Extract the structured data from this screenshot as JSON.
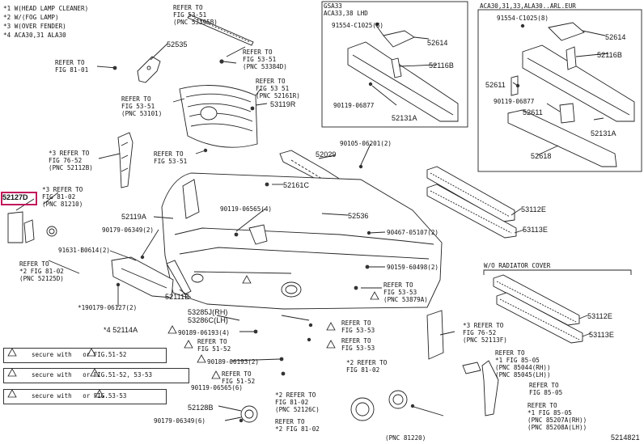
{
  "legend": [
    "*1 W(HEAD LAMP CLEANER)",
    "*2 W/(FOG LAMP)",
    "*3 W(OVER FENDER)",
    "*4 ACA30,31 ALA30"
  ],
  "boxes": {
    "left_title_1": "GSA33",
    "left_title_2": "ACA33,38 LHD",
    "right_title": "ACA30,31,33,ALA30..ARL.EUR",
    "radiator_title": "W/O RADIATOR COVER"
  },
  "parts": {
    "p52535": "52535",
    "p52614a": "52614",
    "p52116ba": "52116B",
    "p52131aa": "52131A",
    "p52614b": "52614",
    "p52116bb": "52116B",
    "p52611a": "52611",
    "p52611b": "52611",
    "p52131ab": "52131A",
    "p52618": "52618",
    "p53119r": "53119R",
    "p52029": "52029",
    "p52161c": "52161C",
    "p52536": "52536",
    "p53112ea": "53112E",
    "p53113ea": "53113E",
    "p52127d": "52127D",
    "p52119a": "52119A",
    "p52111e": "52111E",
    "p53285j": "53285J(RH)",
    "p53286c": "53286C(LH)",
    "p52114a": "*4 52114A",
    "p53112eb": "53112E",
    "p53113eb": "53113E",
    "p52128b": "52128B",
    "code": "5214821"
  },
  "callouts": {
    "c1": "90119-06877",
    "c2": "91554-C1025(8)",
    "c3": "91554-C1025(8)",
    "c4": "90119-06877",
    "c5": "90105-06201(2)",
    "c6": "90119-06565(4)",
    "c7": "90179-06349(2)",
    "c8": "90467-05107(2)",
    "c9": "91631-B0614(2)",
    "c10": "90159-60498(2)",
    "c11": "*190179-06127(2)",
    "c12": "90189-06193(4)",
    "c13": "90189-06193(2)",
    "c14": "90119-06565(6)",
    "c15": "90179-06349(6)"
  },
  "refs": {
    "r1": "REFER TO\nFIG 53-51\n(PNC 53395B)",
    "r2": "REFER TO\nFIG 81-01",
    "r3": "REFER TO\nFIG 53-51\n(PNC 53384D)",
    "r4": "REFER TO\nFIG 53 51\n(PNC 52161R)",
    "r5": "REFER TO\nFIG 53-51\n(PNC 53101)",
    "r6": "*3 REFER TO\nFIG 76-52\n(PNC 52112B)",
    "r7": "REFER TO\nFIG 53-51",
    "r8": "*3 REFER TO\nFIG 81-02\n(PNC 81210)",
    "r9": "REFER TO\n*2 FIG 81-02\n(PNC 52125D)",
    "r10": "REFER TO\nFIG 53-53\n(PNC 53879A)",
    "r11": "REFER TO\nFIG 53-53",
    "r12": "REFER TO\nFIG 53-53",
    "r13": "REFER TO\nFIG 51-52",
    "r14": "REFER TO\nFIG 51-52",
    "r15": "*3 REFER TO\nFIG 76-52\n(PNC 52113F)",
    "r16": "*2 REFER TO\nFIG 81-02",
    "r17": "REFER TO\n*1 FIG 85-05\n(PNC 85044(RH))\n(PNC 85045(LH))",
    "r18": "REFER TO\nFIG 85-05",
    "r19": "*2 REFER TO\nFIG 81-02\n(PNC 52126C)",
    "r20": "REFER TO\n*2 FIG 81-02",
    "r21": "REFER TO\n*1 FIG 85-05\n(PNC 85207A(RH))\n(PNC 85208A(LH))",
    "r22": "(PNC 81220)"
  },
  "notes": [
    "secure with   or FIG.51-52",
    "secure with   or FIG.51-52, 53-53",
    "secure with   or FIG.53-53"
  ]
}
